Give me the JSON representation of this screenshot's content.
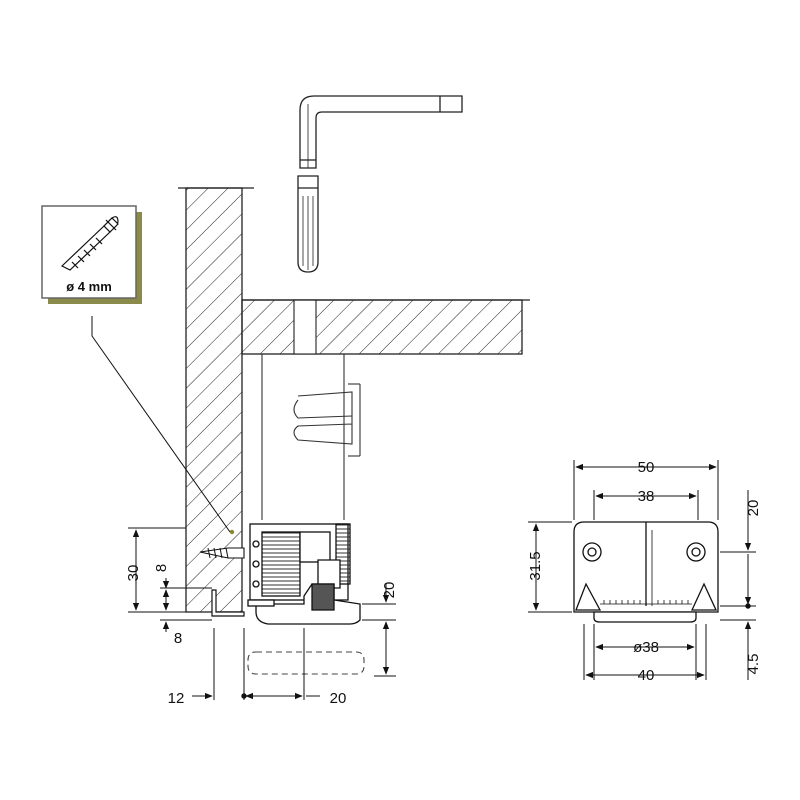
{
  "callout": {
    "label": "ø 4 mm",
    "icon": "screw-icon"
  },
  "side_view": {
    "dims": {
      "height_30": "30",
      "offset_8_top": "8",
      "offset_8_bottom": "8",
      "left_12": "12",
      "right_20": "20",
      "drop_20": "20"
    }
  },
  "front_view": {
    "dims": {
      "width_50": "50",
      "width_38": "38",
      "height_31_5": "31.5",
      "top_20": "20",
      "bottom_4_5": "4.5",
      "dia_38": "ø38",
      "width_40": "40"
    }
  }
}
